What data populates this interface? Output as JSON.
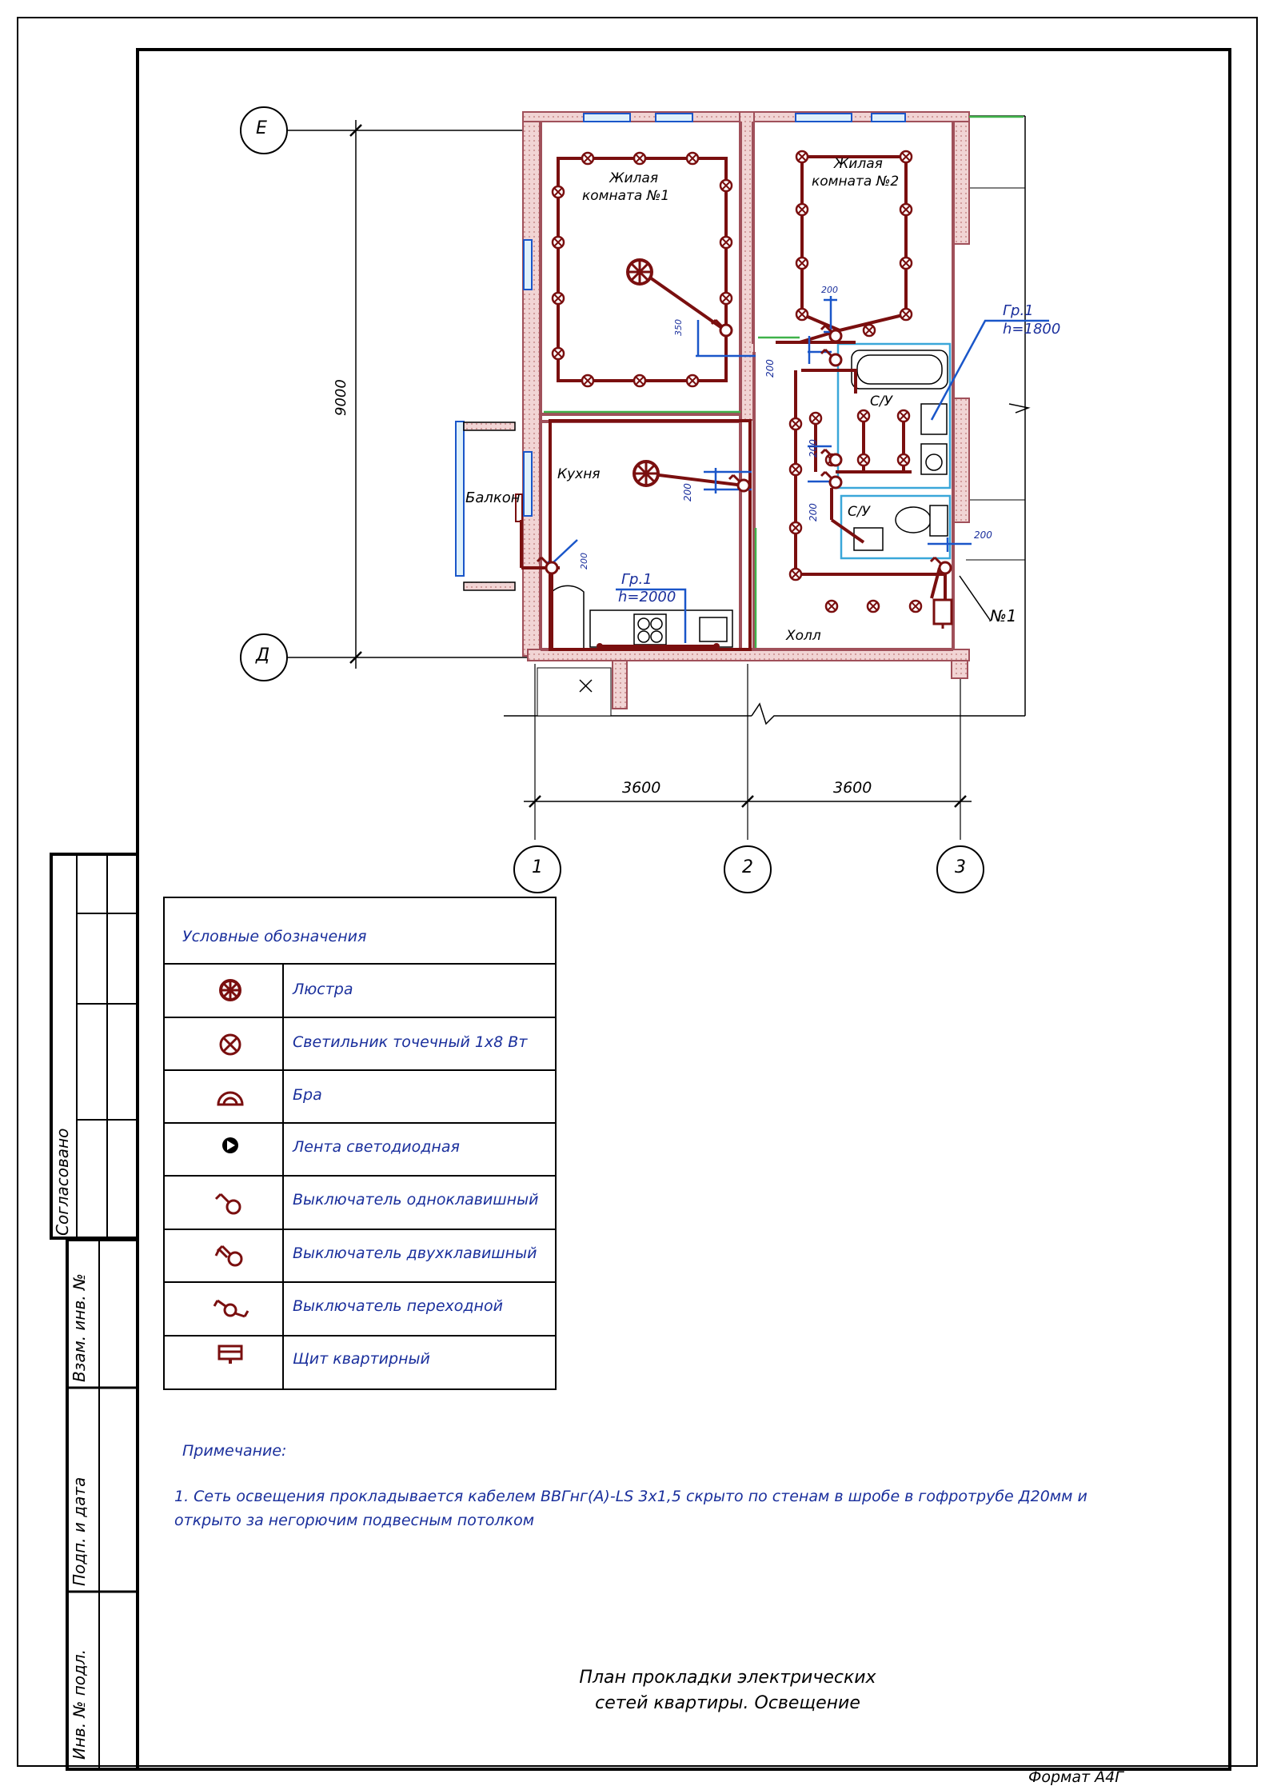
{
  "plan": {
    "axes": {
      "E": "Е",
      "D": "Д",
      "c1": "1",
      "c2": "2",
      "c3": "3"
    },
    "dims": {
      "height": "9000",
      "span1": "3600",
      "span2": "3600"
    },
    "rooms": {
      "room1": [
        "Жилая",
        "комната №1"
      ],
      "room2": [
        "Жилая",
        "комната №2"
      ],
      "kitchen": "Кухня",
      "balcony": "Балкон",
      "hall": "Холл",
      "wc1": "С/У",
      "wc2": "С/У"
    },
    "marks": {
      "gr1_kitchen": "Гр.1",
      "h_kitchen": "h=2000",
      "gr1_bath": "Гр.1",
      "h_bath": "h=1800",
      "panel": "№1",
      "d200_a": "200",
      "d200_b": "200",
      "d200_c": "200",
      "d200_d": "200",
      "d200_e": "200",
      "d200_f": "200",
      "d200_g": "200",
      "d350": "350"
    }
  },
  "legend": {
    "title": "Условные обозначения",
    "items": [
      {
        "icon": "chandelier-icon",
        "label": "Люстра"
      },
      {
        "icon": "spot-light-icon",
        "label": "Светильник точечный 1х8 Вт"
      },
      {
        "icon": "sconce-icon",
        "label": "Бра"
      },
      {
        "icon": "led-strip-icon",
        "label": "Лента светодиодная"
      },
      {
        "icon": "switch-single-icon",
        "label": "Выключатель одноклавишный"
      },
      {
        "icon": "switch-double-icon",
        "label": "Выключатель двухклавишный"
      },
      {
        "icon": "switch-pass-icon",
        "label": "Выключатель переходной"
      },
      {
        "icon": "panel-icon",
        "label": "Щит квартирный"
      }
    ]
  },
  "note": {
    "heading": "Примечание:",
    "line1": "1. Сеть освещения прокладывается кабелем ВВГнг(А)-LS 3х1,5 скрыто по стенам в шробе в гофротрубе Д20мм и",
    "line2": "открыто за негорючим подвесным потолком"
  },
  "stamp": {
    "agreed": "Согласовано",
    "vzam": "Взам. инв. №",
    "podp": "Подп. и дата",
    "inv": "Инв. № подл."
  },
  "title": [
    "План прокладки электрических",
    "сетей квартиры. Освещение"
  ],
  "format": "Формат А4Г",
  "colors": {
    "cable": "#7a0f0f",
    "wall": "#a0505a",
    "blue": "#1a2f9c",
    "green": "#3fb24a",
    "cyan": "#3aa7d9"
  }
}
